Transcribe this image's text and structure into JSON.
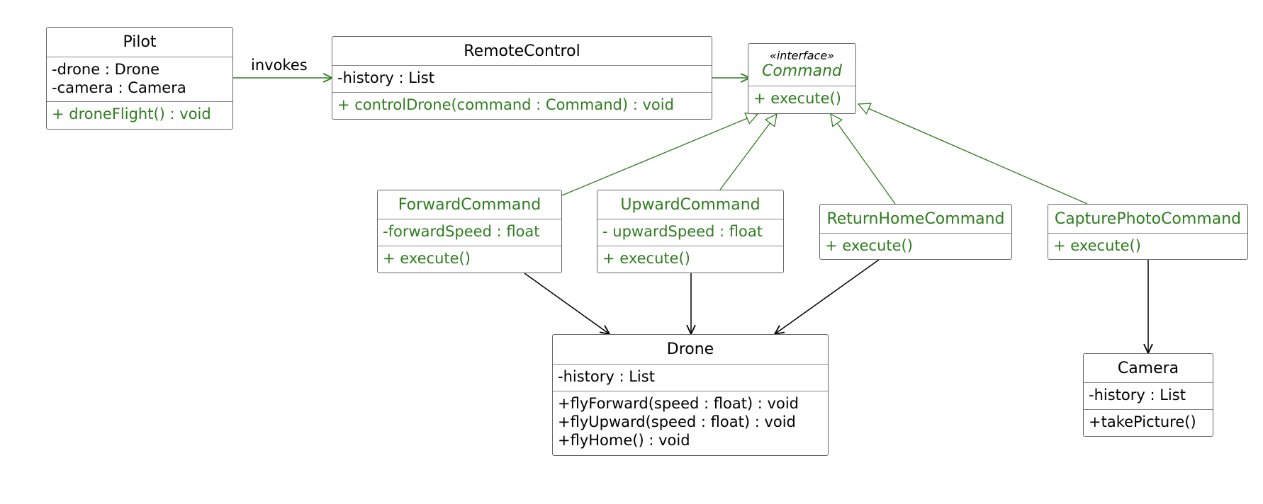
{
  "pilot": {
    "name": "Pilot",
    "attributes": [
      "-drone : Drone",
      "-camera : Camera"
    ],
    "operations": [
      "+ droneFlight() : void"
    ]
  },
  "remote": {
    "name": "RemoteControl",
    "attributes": [
      "-history : List"
    ],
    "operations": [
      "+ controlDrone(command : Command) : void"
    ]
  },
  "command": {
    "stereotype": "«interface»",
    "name": "Command",
    "operations": [
      "+ execute()"
    ]
  },
  "forward": {
    "name": "ForwardCommand",
    "attributes": [
      "-forwardSpeed : float"
    ],
    "operations": [
      "+ execute()"
    ]
  },
  "upward": {
    "name": "UpwardCommand",
    "attributes": [
      "- upwardSpeed : float"
    ],
    "operations": [
      "+ execute()"
    ]
  },
  "returnhome": {
    "name": "ReturnHomeCommand",
    "operations": [
      "+ execute()"
    ]
  },
  "capture": {
    "name": "CapturePhotoCommand",
    "operations": [
      "+ execute()"
    ]
  },
  "drone": {
    "name": "Drone",
    "attributes": [
      "-history : List"
    ],
    "operations": [
      "+flyForward(speed : float) : void",
      "+flyUpward(speed : float) : void",
      "+flyHome() : void"
    ]
  },
  "camera": {
    "name": "Camera",
    "attributes": [
      "-history : List"
    ],
    "operations": [
      "+takePicture()"
    ]
  },
  "edges": {
    "invokes_label": "invokes"
  },
  "colors": {
    "accent": "#2e7d1e",
    "line": "#000000",
    "border": "#666666"
  }
}
